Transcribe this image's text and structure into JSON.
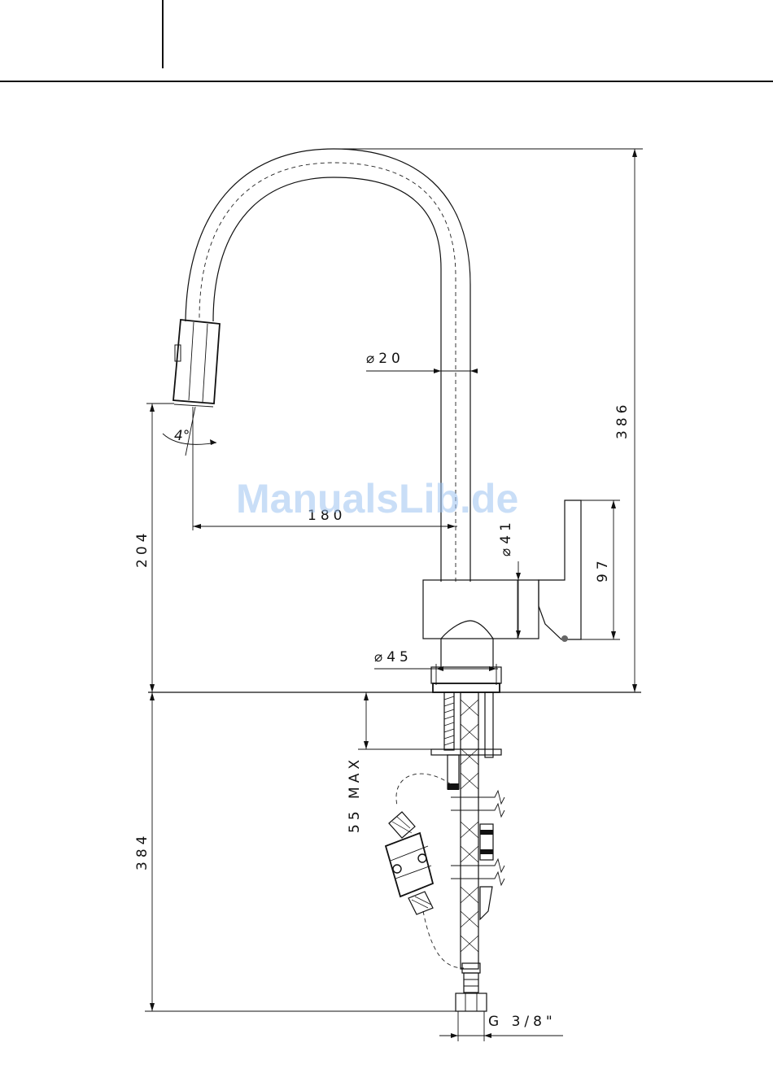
{
  "dimensions": {
    "overall_height": "386",
    "spout_reach": "180",
    "pipe_diameter": "⌀20",
    "body_diameter": "⌀41",
    "base_diameter": "⌀45",
    "lever_height": "97",
    "spout_outlet_height": "204",
    "under_deck_length": "384",
    "max_deck_thickness": "55 MAX",
    "connection_thread": "G 3/8\"",
    "spray_angle": "4°"
  },
  "watermark": "ManualsLib.de"
}
